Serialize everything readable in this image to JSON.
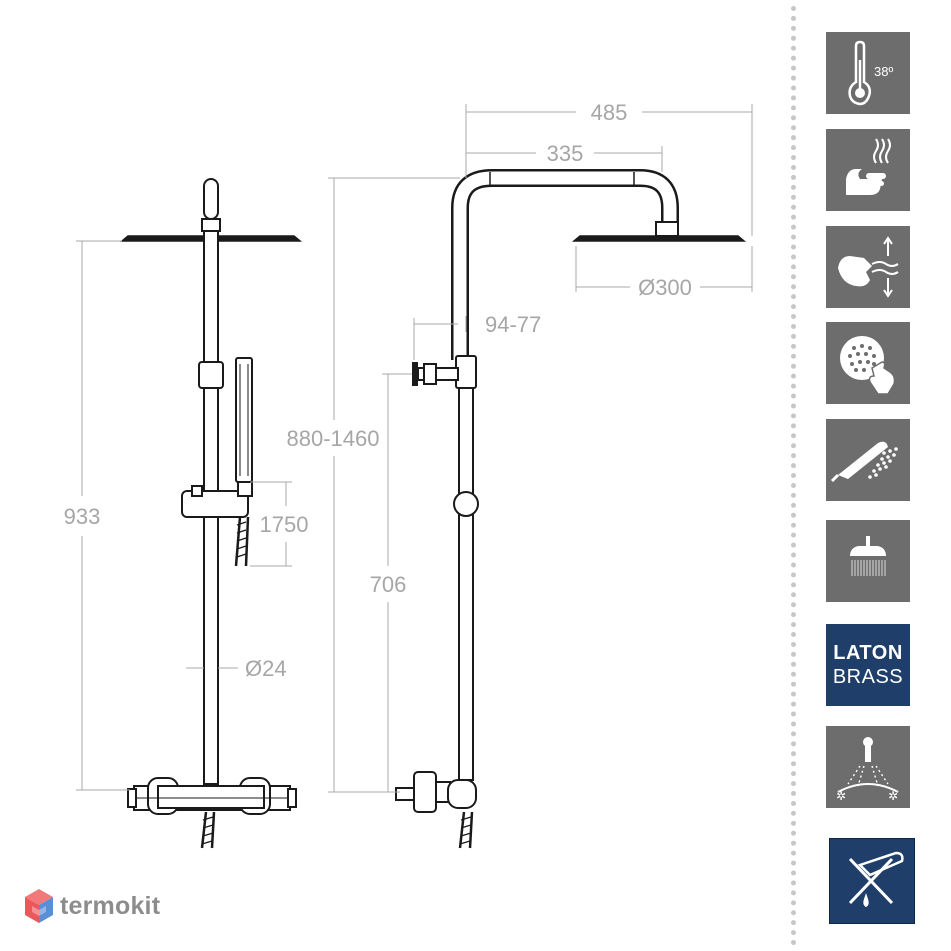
{
  "dimensions": {
    "width_total": "485",
    "arm_length": "335",
    "rain_diameter": "Ø300",
    "bracket_offset": "94-77",
    "height_range": "880-1460",
    "column_height": "933",
    "hose_length": "1750",
    "slider_height": "706",
    "tube_diameter": "Ø24"
  },
  "feature_icons": [
    {
      "icon": "thermometer-icon",
      "label": "38º"
    },
    {
      "icon": "hot-touch-hand-icon"
    },
    {
      "icon": "easy-clean-hand-icon"
    },
    {
      "icon": "anti-limescale-nozzle-icon"
    },
    {
      "icon": "hand-shower-spray-icon"
    },
    {
      "icon": "rain-shower-head-icon"
    },
    {
      "icon": "brass-material-badge",
      "line1": "LATON",
      "line2": "BRASS"
    },
    {
      "icon": "diverter-shower-icon"
    },
    {
      "icon": "no-bleach-cleaning-icon"
    }
  ],
  "brand": {
    "name": "termokit",
    "logo_colors": [
      "#e85a5a",
      "#5a8fd8"
    ]
  },
  "colors": {
    "dimension": "#a6a6a6",
    "line": "#1a1a1a",
    "icon_bg": "#6d6d6d",
    "badge_bg": "#1f3f6a"
  }
}
